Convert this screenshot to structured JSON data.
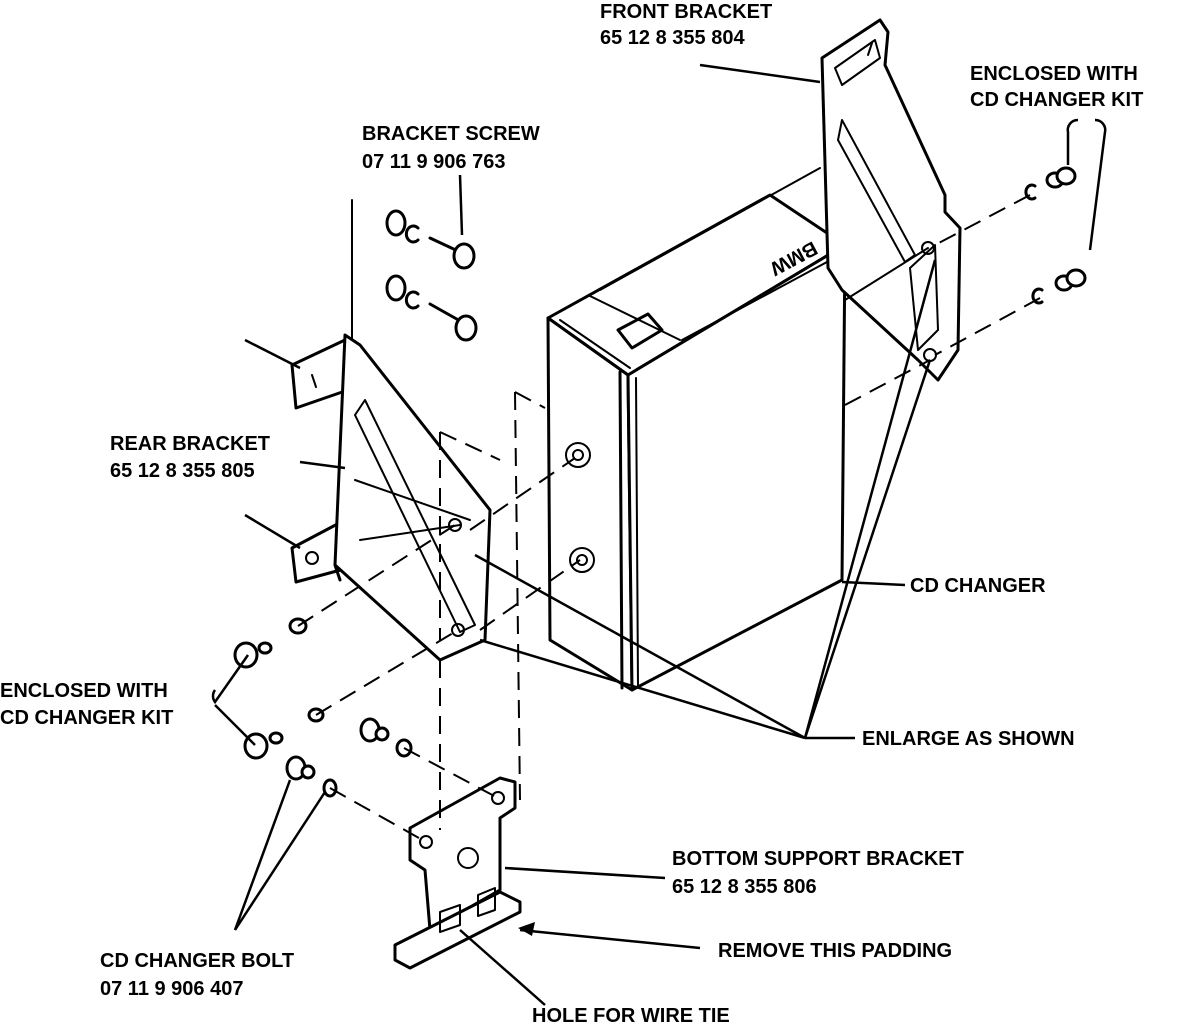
{
  "labels": {
    "front_bracket": "FRONT BRACKET",
    "front_bracket_pn": "65 12 8 355 804",
    "enclosed_top_1": "ENCLOSED WITH",
    "enclosed_top_2": "CD CHANGER KIT",
    "bracket_screw": "BRACKET SCREW",
    "bracket_screw_pn": "07 11 9 906 763",
    "rear_bracket": "REAR BRACKET",
    "rear_bracket_pn": "65 12 8 355 805",
    "cd_changer": "CD CHANGER",
    "enclosed_left_1": "ENCLOSED WITH",
    "enclosed_left_2": "CD CHANGER KIT",
    "enlarge": "ENLARGE AS SHOWN",
    "bottom_support": "BOTTOM SUPPORT BRACKET",
    "bottom_support_pn": "65 12 8 355 806",
    "remove_padding": "REMOVE THIS PADDING",
    "cd_changer_bolt": "CD CHANGER BOLT",
    "cd_changer_bolt_pn": "07 11 9 906 407",
    "hole_wire_tie": "HOLE FOR WIRE TIE",
    "unit_logo": "BMW"
  }
}
